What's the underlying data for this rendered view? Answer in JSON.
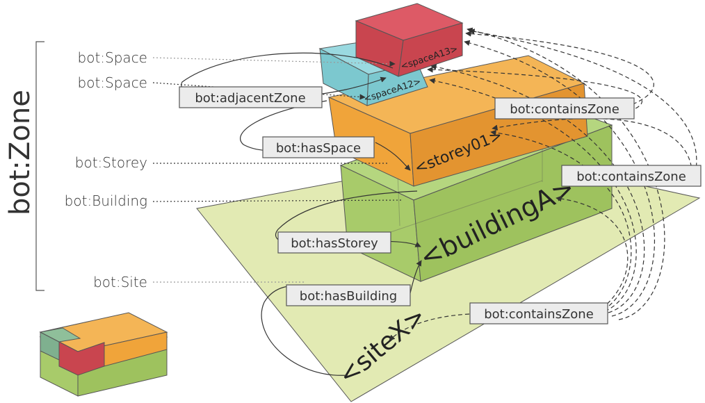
{
  "colors": {
    "site": "#e2eab3",
    "building_top": "#b5d67f",
    "building_front": "#a8cb6a",
    "building_side": "#9ec25e",
    "storey_top": "#f4b556",
    "storey_front": "#f0a43a",
    "storey_side": "#e39430",
    "space12_top": "#9ad9e0",
    "space12_front": "#7cc8cf",
    "space13_top": "#dd5a66",
    "space13_front": "#c9454f",
    "label_box": "#ececec"
  },
  "zone_label": "bot:Zone",
  "class_labels": {
    "space1": "bot:Space",
    "space2": "bot:Space",
    "storey": "bot:Storey",
    "building": "bot:Building",
    "site": "bot:Site"
  },
  "instances": {
    "space13": "<spaceA13>",
    "space12": "<spaceA12>",
    "storey": "<storey01>",
    "building": "<buildingA>",
    "site": "<siteX>"
  },
  "relations": {
    "adjacent": "bot:adjacentZone",
    "has_space": "bot:hasSpace",
    "has_storey": "bot:hasStorey",
    "has_building": "bot:hasBuilding",
    "contains_1": "bot:containsZone",
    "contains_2": "bot:containsZone",
    "contains_3": "bot:containsZone"
  },
  "arrow_icons": [
    "arrowhead-icon"
  ]
}
